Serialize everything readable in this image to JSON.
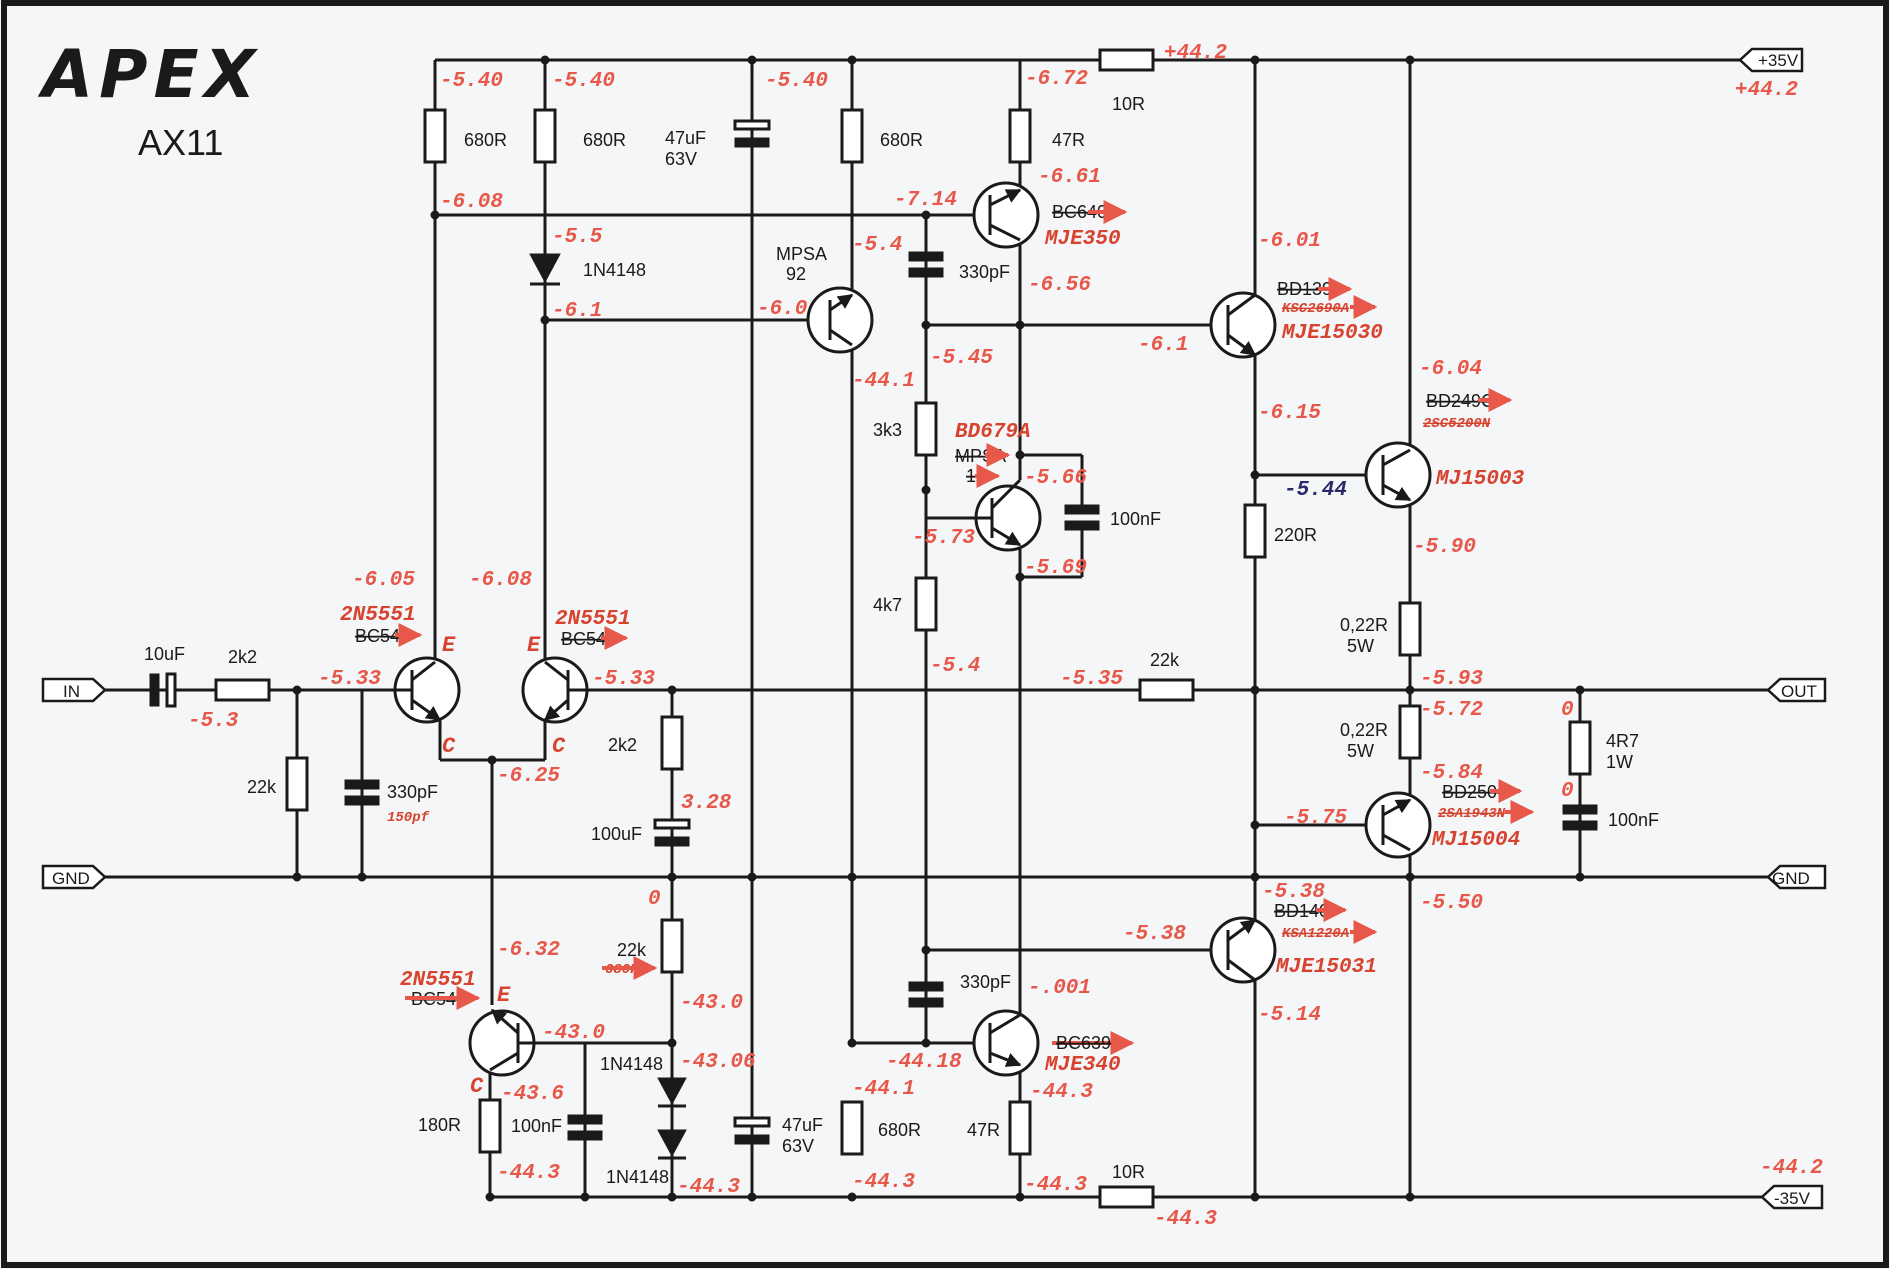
{
  "logo": "APEX",
  "model": "AX11",
  "ports": {
    "in": "IN",
    "gnd_left": "GND",
    "gnd_right": "GND",
    "out": "OUT",
    "vplus": "+35V",
    "vminus": "-35V"
  },
  "rail_voltages": {
    "pos_label": "+44.2",
    "pos_node": "+44.2",
    "neg_label": "-44.2",
    "neg_node": "-44.3"
  },
  "resistors": {
    "r680_1": "680R",
    "r680_2": "680R",
    "r680_3": "680R",
    "r680_4": "680R",
    "r47_top": "47R",
    "r47_bot": "47R",
    "r10_top": "10R",
    "r10_bot": "10R",
    "r3k3": "3k3",
    "r4k7": "4k7",
    "r220": "220R",
    "r022_a1": "0,22R",
    "r022_a2": "5W",
    "r022_b1": "0,22R",
    "r022_b2": "5W",
    "r4r7_1": "4R7",
    "r4r7_2": "1W",
    "r22k_fb": "22k",
    "r2k2_in": "2k2",
    "r22k_in": "22k",
    "r2k2_fb": "2k2",
    "r22k_bot": "22k",
    "r680_mod": "680R",
    "r180": "180R"
  },
  "capacitors": {
    "c10u": "10uF",
    "c330_in": "330pF",
    "c330_in_alt": "150pf",
    "c47_top_1": "47uF",
    "c47_top_2": "63V",
    "c47_bot_1": "47uF",
    "c47_bot_2": "63V",
    "c330_top": "330pF",
    "c330_bot": "330pF",
    "c100n_vbe": "100nF",
    "c100n_out": "100nF",
    "c100n_bot": "100nF",
    "c100u": "100uF"
  },
  "diodes": {
    "d_top": "1N4148",
    "d_bot1": "1N4148",
    "d_bot2": "1N4148"
  },
  "transistors": {
    "q_in_l": {
      "orig": "BC546",
      "new": "2N5551",
      "e": "E",
      "c": "C"
    },
    "q_in_r": {
      "orig": "BC546",
      "new": "2N5551",
      "e": "E",
      "c": "C"
    },
    "q_cs": {
      "orig": "BC546",
      "new": "2N5551",
      "e": "E",
      "c": "C"
    },
    "q_mpsa92_1": "MPSA",
    "q_mpsa92_2": "92",
    "q_bc640": {
      "orig": "BC640",
      "new": "MJE350"
    },
    "q_vbe": {
      "orig1": "MPSA",
      "orig2": "13",
      "new": "BD679A"
    },
    "q_bc630": {
      "orig": "BC639",
      "new": "MJE340"
    },
    "q_drv_p": {
      "orig": "BD139",
      "alt": "KSC2690A",
      "new": "MJE15030"
    },
    "q_drv_n": {
      "orig": "BD140",
      "alt": "KSA1220A",
      "new": "MJE15031"
    },
    "q_out_p": {
      "orig": "BD249C",
      "alt": "2SC5200N",
      "new": "MJ15003"
    },
    "q_out_n": {
      "orig": "BD250C",
      "alt": "2SA1943N",
      "new": "MJ15004"
    }
  },
  "voltages": {
    "v1": "-5.40",
    "v2": "-5.40",
    "v3": "-5.40",
    "v4": "-6.72",
    "v5": "-6.61",
    "v6": "-6.08",
    "v7": "-7.14",
    "v8": "-5.5",
    "v9": "-5.4",
    "v10": "-6.56",
    "v11": "-6.1",
    "v12": "-6.0",
    "v13": "-6.01",
    "v14": "-6.1",
    "v15": "-5.45",
    "v16": "-44.1",
    "v17": "-6.04",
    "v18": "-6.15",
    "v19": "-5.66",
    "v20": "-5.44",
    "v21": "-5.73",
    "v22": "-5.69",
    "v23": "-5.90",
    "v24": "-6.05",
    "v25": "-6.08",
    "v26": "-5.4",
    "v27": "-5.33",
    "v28": "-5.33",
    "v29": "-5.35",
    "v30": "-5.93",
    "v31": "-5.3",
    "v32": "-6.25",
    "v33": "-5.72",
    "v34": "0",
    "v35": "3.28",
    "v36": "-5.84",
    "v37": "0",
    "v38": "-5.75",
    "v39": "0",
    "v40": "-5.38",
    "v41": "-5.50",
    "v42": "-6.32",
    "v43": "-5.38",
    "v44": "-.001",
    "v45": "-43.0",
    "v46": "-43.0",
    "v47": "-5.14",
    "v48": "-43.06",
    "v49": "-44.18",
    "v50": "-43.6",
    "v51": "-44.1",
    "v52": "-44.3",
    "v53": "-44.3",
    "v54": "-44.3",
    "v55": "-44.3",
    "v56": "-44.3"
  }
}
